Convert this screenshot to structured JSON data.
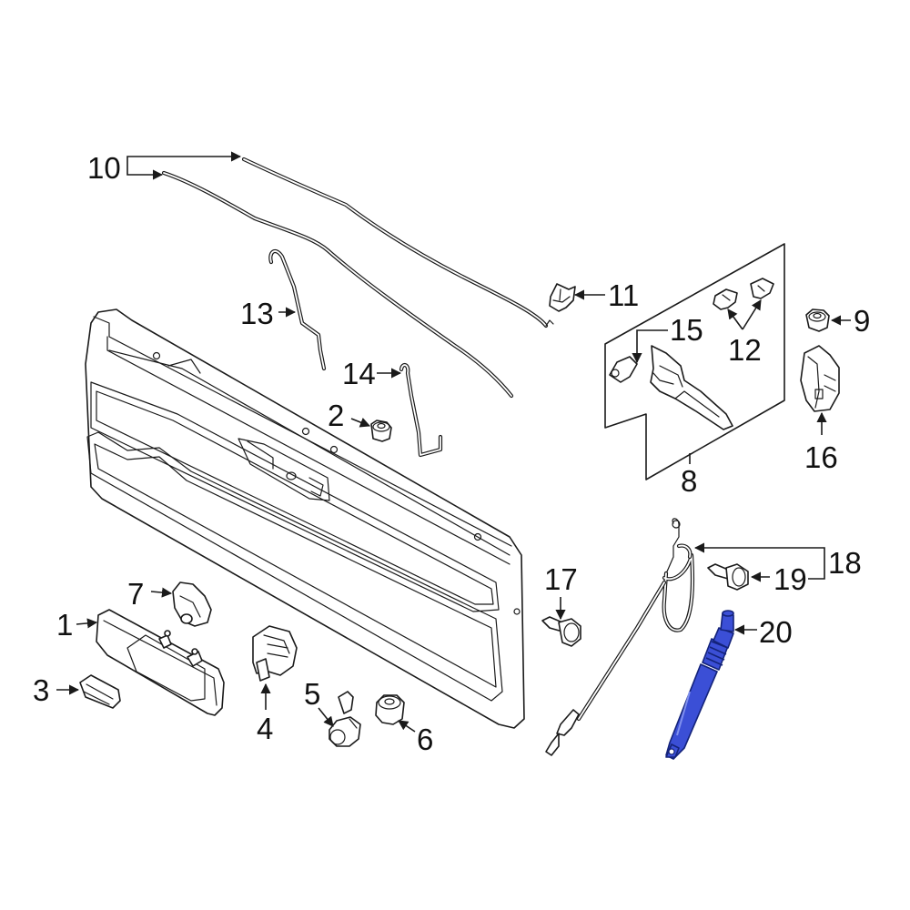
{
  "callouts": {
    "c1": "1",
    "c2": "2",
    "c3": "3",
    "c4": "4",
    "c5": "5",
    "c6": "6",
    "c7": "7",
    "c8": "8",
    "c9": "9",
    "c10": "10",
    "c11": "11",
    "c12": "12",
    "c13": "13",
    "c14": "14",
    "c15": "15",
    "c16": "16",
    "c17": "17",
    "c18": "18",
    "c19": "19",
    "c20": "20"
  },
  "colors": {
    "line": "#1a1a1a",
    "highlight_part": "#3b4fd6",
    "highlight_outline": "#14237a",
    "background": "#ffffff"
  },
  "highlighted_callout": "20"
}
